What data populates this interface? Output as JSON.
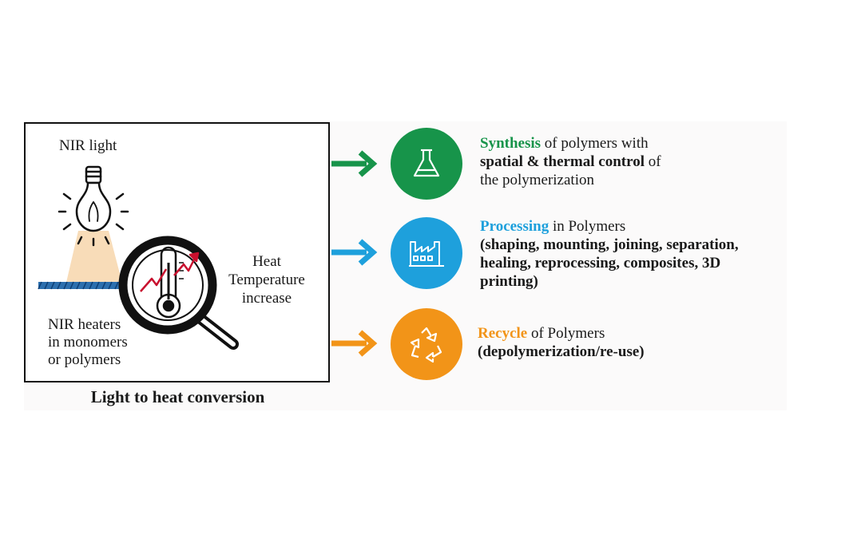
{
  "left_panel": {
    "nir_light_label": "NIR light",
    "heat_label_lines": [
      "Heat",
      "Temperature",
      "increase"
    ],
    "heaters_label_lines": [
      "NIR heaters",
      "in monomers",
      "or polymers"
    ],
    "caption": "Light to heat conversion"
  },
  "items": [
    {
      "icon": "flask-icon",
      "color": "#17944a",
      "keyword": "Synthesis",
      "rest_line1": " of polymers with",
      "bold_part": "spatial & thermal control",
      "rest_line2": " of",
      "line3": "the polymerization"
    },
    {
      "icon": "factory-icon",
      "color": "#1ea0dc",
      "keyword": "Processing",
      "rest_line1": " in Polymers",
      "bold_lines": [
        "(shaping, mounting, joining, separation,",
        "healing, reprocessing, composites, 3D",
        "printing)"
      ]
    },
    {
      "icon": "recycle-icon",
      "color": "#f29418",
      "keyword": "Recycle",
      "rest_line1": " of Polymers",
      "bold_lines": [
        "(depolymerization/re-use)"
      ]
    }
  ]
}
